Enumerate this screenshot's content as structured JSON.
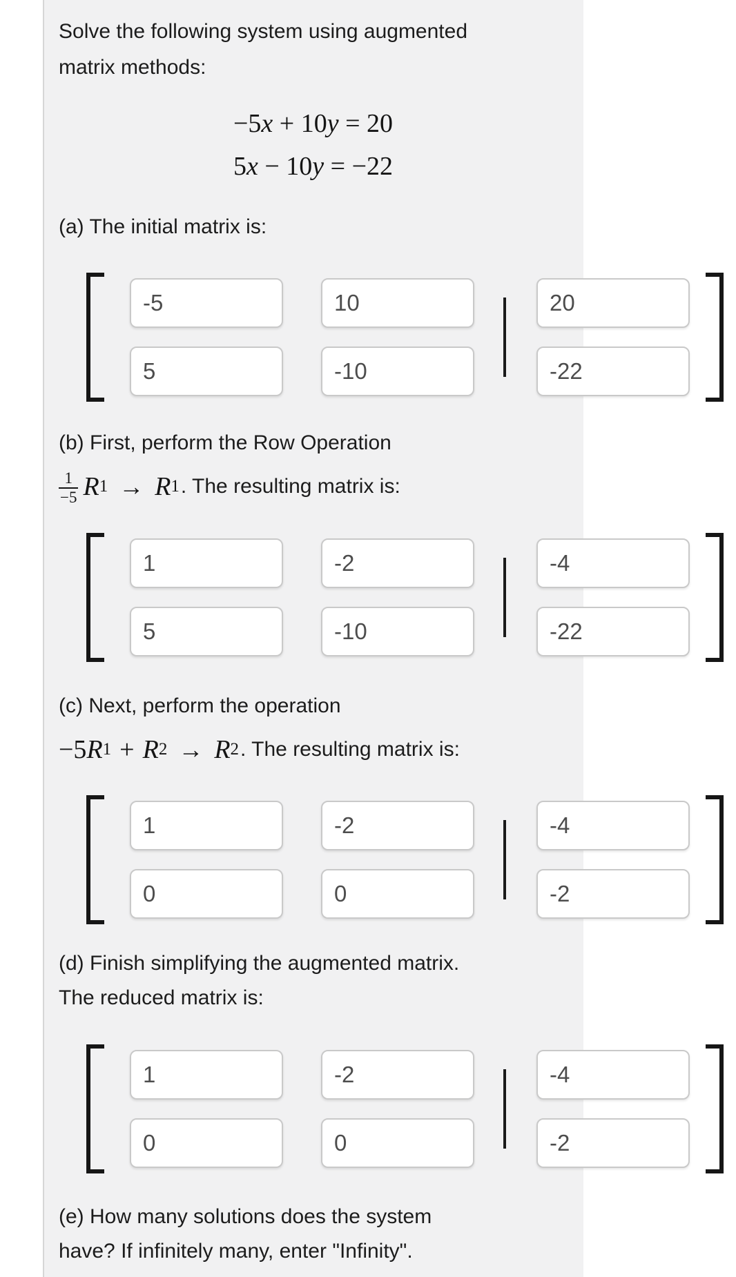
{
  "colors": {
    "page_bg": "#ffffff",
    "panel_bg": "#f1f1f2",
    "panel_border": "#d6d6d6",
    "text": "#1c1c1c",
    "input_border": "#c9c9c9",
    "input_text": "#4d4d4d",
    "bracket": "#161616"
  },
  "intro": {
    "line1": "Solve the following system using augmented",
    "line2": "matrix methods:"
  },
  "equations": {
    "eq1": {
      "p1": "−5",
      "v1": "x",
      "p2": " + 10",
      "v2": "y",
      "p3": " = 20"
    },
    "eq2": {
      "p1": "5",
      "v1": "x",
      "p2": " − 10",
      "v2": "y",
      "p3": " = −22"
    }
  },
  "part_a": {
    "label": "(a) The initial matrix is:"
  },
  "part_b": {
    "line1": "(b) First, perform the Row Operation",
    "frac_num": "1",
    "frac_den": "−5",
    "rA": "R",
    "subA": "1",
    "arrow": "→",
    "rB": "R",
    "subB": "1",
    "tail": ". The resulting matrix is:"
  },
  "part_c": {
    "line1": "(c) Next, perform the operation",
    "coef": "−5",
    "rA": "R",
    "subA": "1",
    "plus": "+",
    "rB": "R",
    "subB": "2",
    "arrow": "→",
    "rC": "R",
    "subC": "2",
    "tail": ". The resulting matrix is:"
  },
  "part_d": {
    "line1": "(d) Finish simplifying the augmented matrix.",
    "line2": "The reduced matrix is:"
  },
  "part_e": {
    "line1": "(e) How many solutions does the system",
    "line2": "have? If infinitely many, enter \"Infinity\"."
  },
  "matrices": [
    {
      "id": "a",
      "values": [
        [
          "-5",
          "10",
          "20"
        ],
        [
          "5",
          "-10",
          "-22"
        ]
      ]
    },
    {
      "id": "b",
      "values": [
        [
          "1",
          "-2",
          "-4"
        ],
        [
          "5",
          "-10",
          "-22"
        ]
      ]
    },
    {
      "id": "c",
      "values": [
        [
          "1",
          "-2",
          "-4"
        ],
        [
          "0",
          "0",
          "-2"
        ]
      ]
    },
    {
      "id": "d",
      "values": [
        [
          "1",
          "-2",
          "-4"
        ],
        [
          "0",
          "0",
          "-2"
        ]
      ]
    }
  ]
}
